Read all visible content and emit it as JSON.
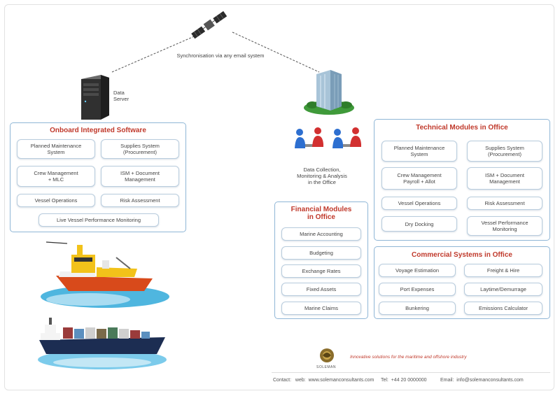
{
  "sync_label": "Synchronisation via any email system",
  "server_label": "Data\nServer",
  "office_caption": "Data Collection,\nMonitoring & Analysis\nin the Office",
  "onboard": {
    "title": "Onboard Integrated Software",
    "modules": [
      "Planned Maintenance\nSystem",
      "Supplies System\n(Procurement)",
      "Crew Management\n+ MLC",
      "ISM + Document\nManagement",
      "Vessel Operations",
      "Risk Assessment",
      "Live Vessel Performance Monitoring"
    ]
  },
  "technical": {
    "title": "Technical Modules in Office",
    "modules": [
      "Planned Maintenance\nSystem",
      "Supplies System\n(Procurement)",
      "Crew Management\nPayroll + Allot",
      "ISM + Document\nManagement",
      "Vessel Operations",
      "Risk Assessment",
      "Dry Docking",
      "Vessel Performance\nMonitoring"
    ]
  },
  "financial": {
    "title": "Financial Modules\nin Office",
    "modules": [
      "Marine Accounting",
      "Budgeting",
      "Exchange Rates",
      "Fixed Assets",
      "Marine Claims"
    ]
  },
  "commercial": {
    "title": "Commercial Systems in Office",
    "modules": [
      "Voyage Estimation",
      "Freight & Hire",
      "Port Expenses",
      "Laytime/Demurrage",
      "Bunkering",
      "Emissions Calculator"
    ]
  },
  "footer": {
    "logo_text": "SOLEMAN",
    "tagline": "Innovative solutions for the maritime and offshore industry",
    "contact": "Contact:   web:  www.solemanconsultants.com     Tel:  +44 20 0000000          Email:  info@solemanconsultants.com"
  },
  "colors": {
    "panel_border": "#8fb6d6",
    "title_red": "#c0392b",
    "module_border": "#b8ccdd"
  }
}
